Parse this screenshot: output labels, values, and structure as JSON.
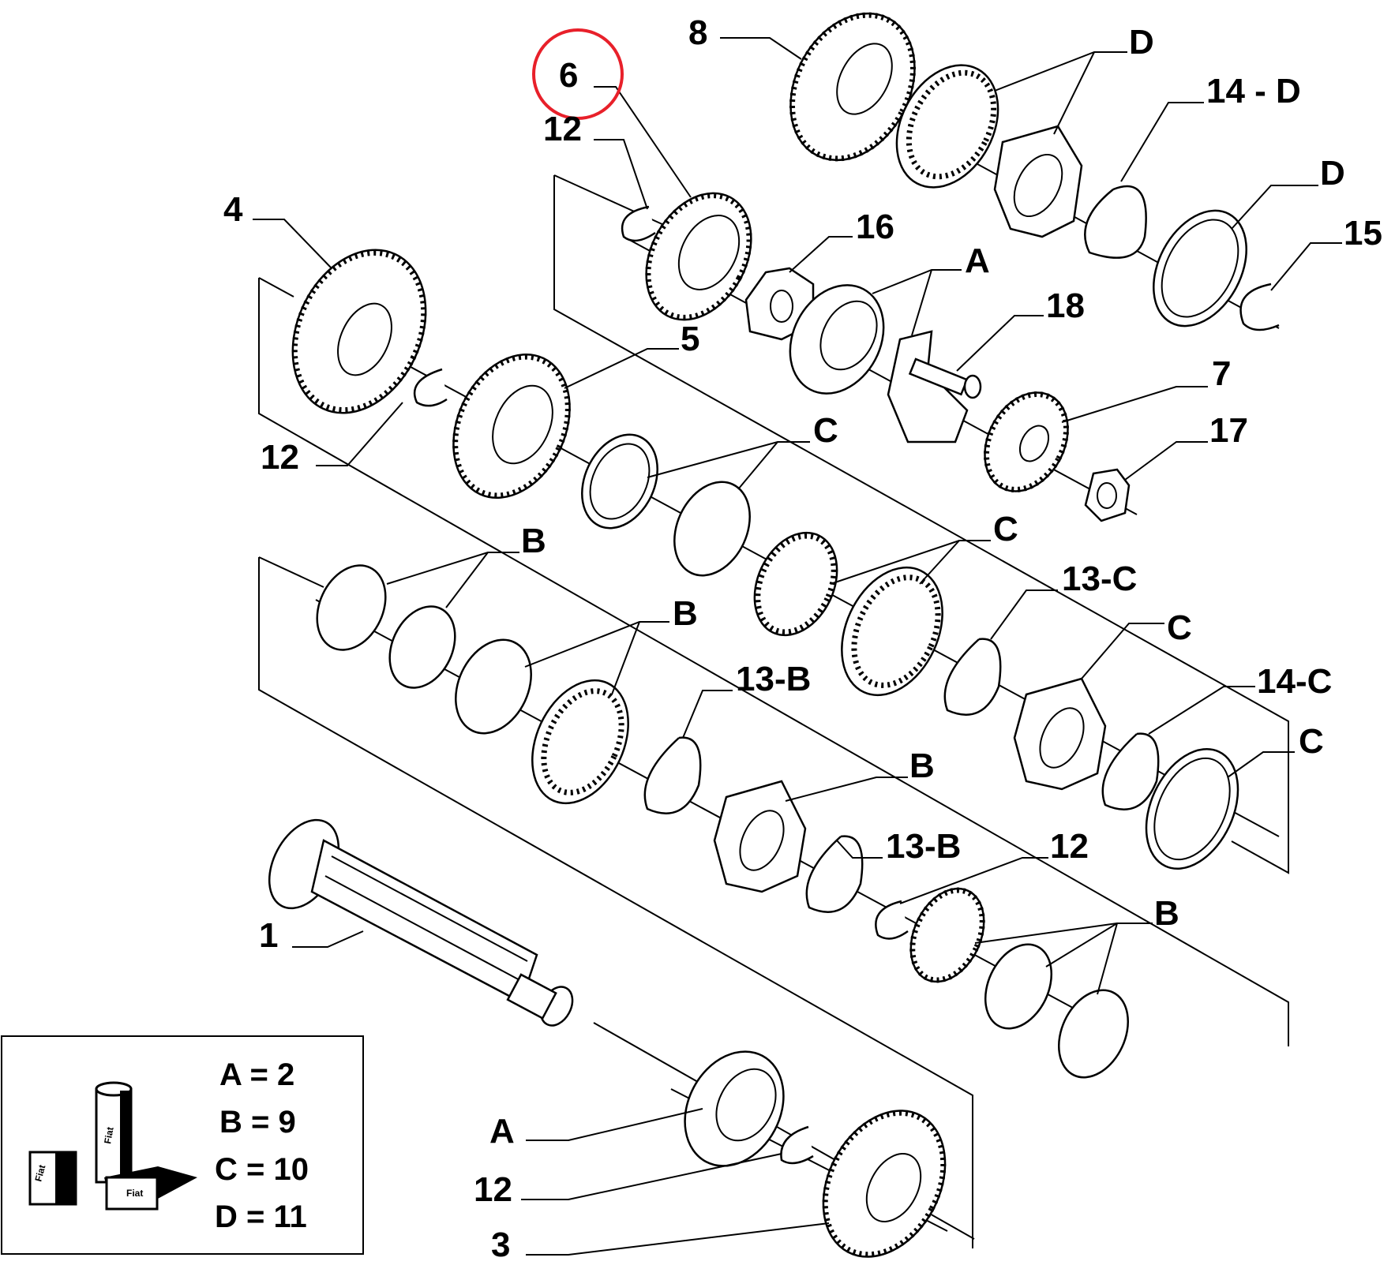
{
  "labels": {
    "p8": "8",
    "p6": "6",
    "p12a": "12",
    "pD1": "D",
    "p14D": "14 - D",
    "pD2": "D",
    "p15": "15",
    "p4": "4",
    "p16": "16",
    "pA1": "A",
    "p18": "18",
    "p5": "5",
    "p7": "7",
    "p17": "17",
    "p12b": "12",
    "pC1": "C",
    "pB1": "B",
    "pC2": "C",
    "p13C": "13-C",
    "pB2": "B",
    "pC3": "C",
    "p13B1": "13-B",
    "p14C": "14-C",
    "pC4": "C",
    "pB3": "B",
    "p13B2": "13-B",
    "p12c": "12",
    "pB4": "B",
    "p1": "1",
    "pA2": "A",
    "p12d": "12",
    "p3": "3"
  },
  "legend": {
    "rows": [
      "A = 2",
      "B = 9",
      "C = 10",
      "D = 11"
    ],
    "logo_text": "Fiat"
  },
  "highlight": {
    "target": "6",
    "color": "#e8202a"
  }
}
